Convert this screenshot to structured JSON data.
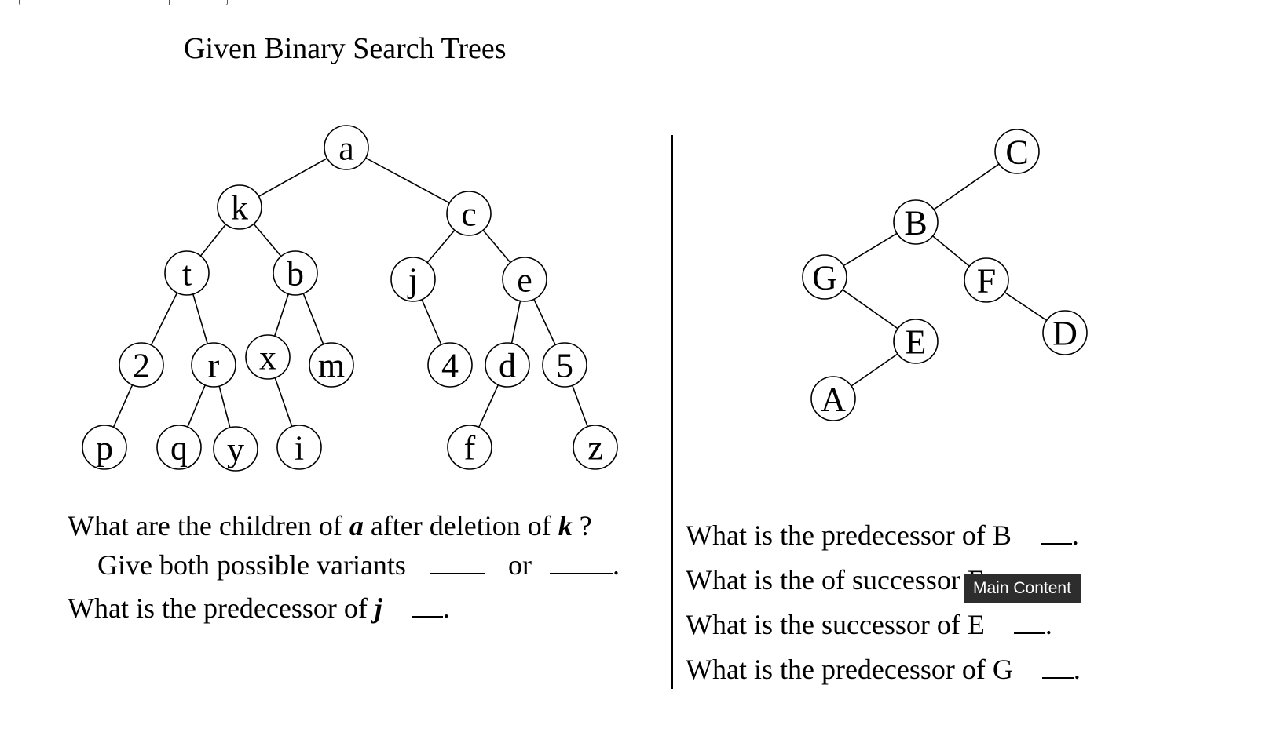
{
  "title": "Given Binary Search Trees",
  "tree_left": {
    "nodes": [
      {
        "id": "a",
        "label": "a"
      },
      {
        "id": "k",
        "label": "k"
      },
      {
        "id": "c",
        "label": "c"
      },
      {
        "id": "t",
        "label": "t"
      },
      {
        "id": "b",
        "label": "b"
      },
      {
        "id": "j",
        "label": "j"
      },
      {
        "id": "e",
        "label": "e"
      },
      {
        "id": "n2",
        "label": "2"
      },
      {
        "id": "r",
        "label": "r"
      },
      {
        "id": "x",
        "label": "x"
      },
      {
        "id": "m",
        "label": "m"
      },
      {
        "id": "n4",
        "label": "4"
      },
      {
        "id": "d",
        "label": "d"
      },
      {
        "id": "n5",
        "label": "5"
      },
      {
        "id": "p",
        "label": "p"
      },
      {
        "id": "q",
        "label": "q"
      },
      {
        "id": "y",
        "label": "y"
      },
      {
        "id": "i",
        "label": "i"
      },
      {
        "id": "f",
        "label": "f"
      },
      {
        "id": "z",
        "label": "z"
      }
    ],
    "edges": [
      [
        "a",
        "k"
      ],
      [
        "a",
        "c"
      ],
      [
        "k",
        "t"
      ],
      [
        "k",
        "b"
      ],
      [
        "c",
        "j"
      ],
      [
        "c",
        "e"
      ],
      [
        "t",
        "n2"
      ],
      [
        "t",
        "r"
      ],
      [
        "b",
        "x"
      ],
      [
        "b",
        "m"
      ],
      [
        "j",
        "n4"
      ],
      [
        "e",
        "d"
      ],
      [
        "e",
        "n5"
      ],
      [
        "n2",
        "p"
      ],
      [
        "r",
        "q"
      ],
      [
        "r",
        "y"
      ],
      [
        "x",
        "i"
      ],
      [
        "d",
        "f"
      ],
      [
        "n5",
        "z"
      ]
    ]
  },
  "tree_right": {
    "nodes": [
      {
        "id": "C",
        "label": "C"
      },
      {
        "id": "B",
        "label": "B"
      },
      {
        "id": "G",
        "label": "G"
      },
      {
        "id": "F",
        "label": "F"
      },
      {
        "id": "E",
        "label": "E"
      },
      {
        "id": "D",
        "label": "D"
      },
      {
        "id": "A",
        "label": "A"
      }
    ],
    "edges": [
      [
        "C",
        "B"
      ],
      [
        "B",
        "G"
      ],
      [
        "B",
        "F"
      ],
      [
        "G",
        "E"
      ],
      [
        "E",
        "A"
      ],
      [
        "F",
        "D"
      ]
    ]
  },
  "questions_left": {
    "q1_prefix": "What are the children of ",
    "q1_var1": "a",
    "q1_mid": " after deletion of ",
    "q1_var2": "k",
    "q1_suffix": " ?",
    "q2_text": "Give both possible  variants",
    "q2_or": "or",
    "q2_end": ".",
    "q3_text": "What is the predecessor of ",
    "q3_var": "j",
    "q3_end": "."
  },
  "questions_right": [
    {
      "text": "What is the predecessor of B",
      "end": "."
    },
    {
      "text": "What is the of successor F",
      "end": "."
    },
    {
      "text": "What is the successor of E",
      "end": "."
    },
    {
      "text": "What is the predecessor of G",
      "end": "."
    }
  ],
  "tooltip": "Main Content"
}
